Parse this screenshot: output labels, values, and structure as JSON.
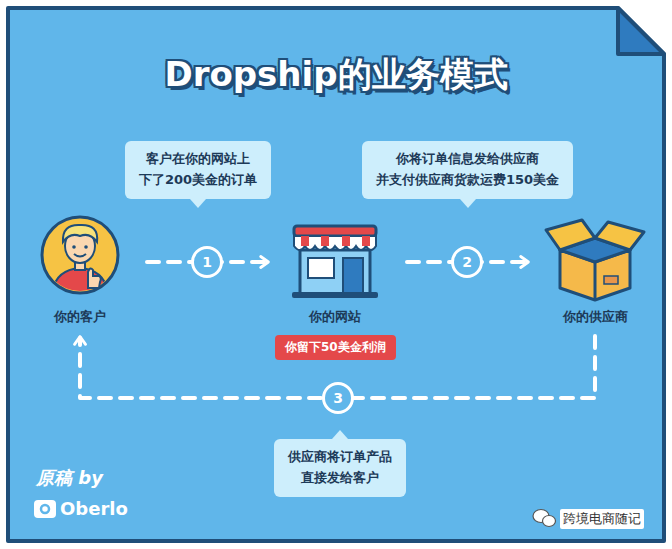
{
  "diagram": {
    "title": "Dropship的业务模式",
    "nodes": [
      {
        "text": [
          "客户在你的网站上 下了200美金的订单"
        ]
      },
      {
        "text": [
          "你将订单信息发给供应商 并支付供应商货款运费150美金"
        ]
      },
      {
        "text": [
          "你的客户"
        ]
      },
      {
        "text": [
          "你的网站"
        ]
      },
      {
        "text": [
          "你的供应商"
        ]
      },
      {
        "text": [
          "你留下50美金利润"
        ]
      },
      {
        "text": [
          "供应商将订单产品 直接发给客户"
        ]
      }
    ],
    "edges": [
      {
        "from": 2,
        "to": 3,
        "label": "1",
        "arrow": "to"
      },
      {
        "from": 3,
        "to": 4,
        "label": "2",
        "arrow": "to"
      },
      {
        "from": 4,
        "to": 2,
        "label": "3",
        "arrow": "to"
      }
    ],
    "labels": [
      "原稿 by",
      "Oberlo",
      "跨境电商随记"
    ]
  }
}
